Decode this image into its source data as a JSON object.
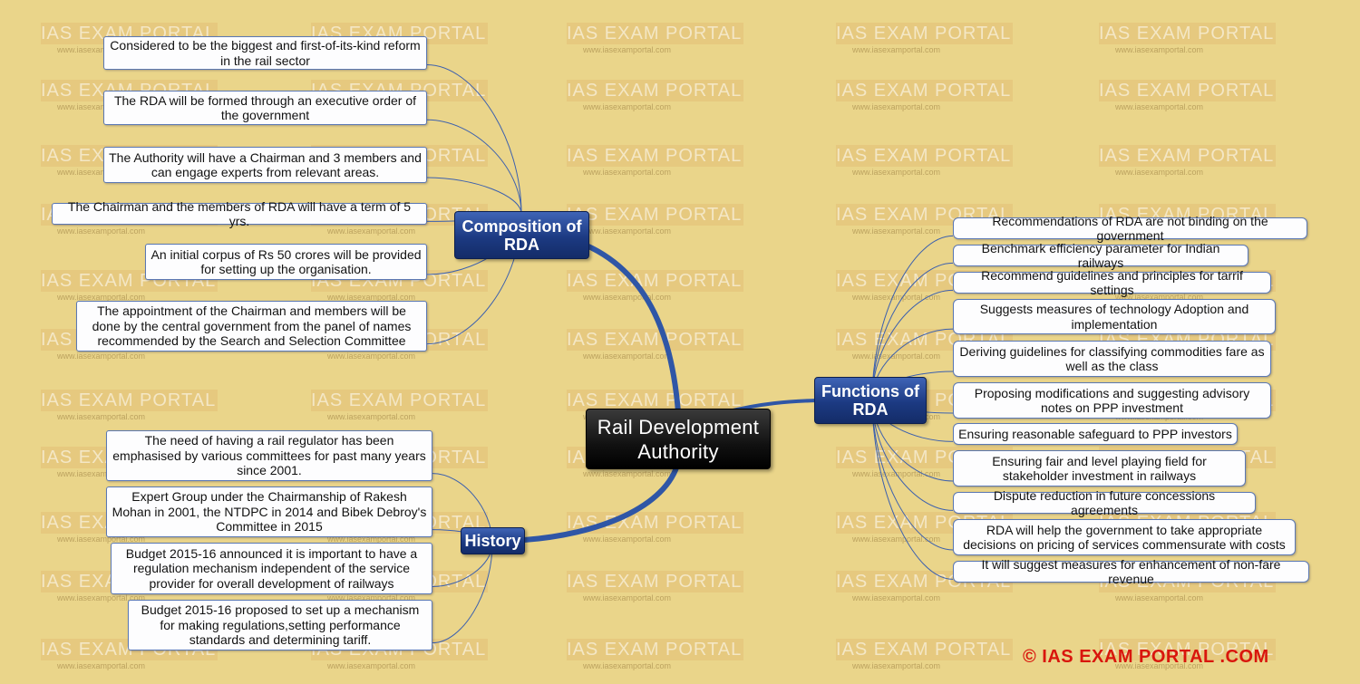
{
  "watermark": {
    "title": "IAS EXAM PORTAL",
    "url": "www.iasexamportal.com"
  },
  "central": {
    "label": "Rail Development Authority"
  },
  "branches": {
    "composition": {
      "label": "Composition of RDA",
      "items": [
        "Considered to be the biggest and first-of-its-kind reform in the rail sector",
        "The RDA will be formed through an executive order of the government",
        "The Authority will have a Chairman and 3 members and can engage experts from relevant areas.",
        "The Chairman and the members of RDA will have a term of 5 yrs.",
        "An initial corpus of Rs 50 crores will be provided for setting up the organisation.",
        "The appointment of the Chairman and members will be done by the central government from the panel of names recommended by the Search and Selection Committee"
      ]
    },
    "history": {
      "label": "History",
      "items": [
        "The need of having a rail regulator has been emphasised by various committees for past many years since 2001.",
        "Expert Group under the Chairmanship of Rakesh Mohan in 2001, the NTDPC in 2014 and Bibek Debroy's Committee in 2015",
        "Budget 2015-16 announced it is important to have a regulation mechanism independent of the service provider for overall development of railways",
        "Budget 2015-16 proposed to set up a mechanism for making regulations,setting performance standards and determining tariff."
      ]
    },
    "functions": {
      "label": "Functions of RDA",
      "items": [
        "Recommendations of RDA are not binding on the government",
        "Benchmark efficiency parameter for Indian railways",
        "Recommend guidelines and principles for tarrif settings",
        "Suggests measures of technology Adoption and implementation",
        "Deriving guidelines for classifying commodities fare as well as the class",
        "Proposing modifications and suggesting advisory notes on PPP investment",
        "Ensuring reasonable safeguard to PPP investors",
        "Ensuring fair and level playing field for stakeholder investment in railways",
        "Dispute reduction in future concessions agreements",
        "RDA will help the government to take appropriate decisions on pricing of services commensurate with costs",
        "It will suggest measures for enhancement of non-fare revenue"
      ]
    }
  },
  "copyright": "© IAS EXAM PORTAL .COM",
  "colors": {
    "background": "#ead58a",
    "branch": "#1c3a82",
    "central": "#111111",
    "link": "#2f56a6",
    "leaf_border": "#5b78b4",
    "copyright": "#d9160d"
  }
}
